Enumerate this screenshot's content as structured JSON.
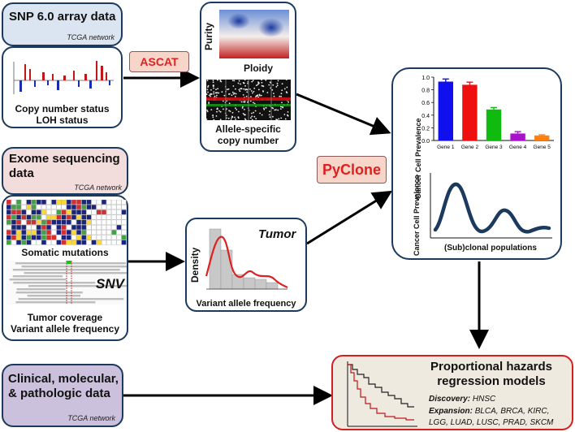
{
  "snp": {
    "title": "SNP 6.0 array data",
    "source": "TCGA network",
    "caption_line1": "Copy number status",
    "caption_line2": "LOH status"
  },
  "ascat": {
    "label": "ASCAT"
  },
  "purity_box": {
    "purity": "Purity",
    "ploidy": "Ploidy",
    "allele_line1": "Allele-specific",
    "allele_line2": "copy number"
  },
  "exome": {
    "title_line1": "Exome sequencing",
    "title_line2": "data",
    "source": "TCGA network",
    "somatic": "Somatic mutations",
    "snv": "SNV",
    "cov_line1": "Tumor coverage",
    "cov_line2": "Variant allele frequency"
  },
  "vaf": {
    "density": "Density",
    "tumor": "Tumor",
    "xlabel": "Variant allele frequency"
  },
  "pyclone": {
    "label": "PyClone"
  },
  "prevalence": {
    "ylabel": "Cancer Cell Prevalence",
    "ylabel2": "Cancer Cell Prevalence",
    "xlabel2": "(Sub)clonal populations"
  },
  "chart_data": {
    "type": "bar",
    "categories": [
      "Gene 1",
      "Gene 2",
      "Gene 3",
      "Gene 4",
      "Gene 5"
    ],
    "values": [
      0.93,
      0.88,
      0.49,
      0.11,
      0.08
    ],
    "errors": [
      0.04,
      0.04,
      0.03,
      0.03,
      0.01
    ],
    "colors": [
      "#1010ee",
      "#ee1010",
      "#10bb10",
      "#aa10cc",
      "#ff8010"
    ],
    "ylabel": "Cancer Cell Prevalence",
    "ylim": [
      0,
      1.0
    ],
    "yticks": [
      "0.0",
      "0.2",
      "0.4",
      "0.6",
      "0.8",
      "1.0"
    ]
  },
  "clinical": {
    "title_line1": "Clinical, molecular,",
    "title_line2": "& pathologic data",
    "source": "TCGA network"
  },
  "hazards": {
    "title_line1": "Proportional hazards",
    "title_line2": "regression models",
    "discovery_label": "Discovery:",
    "discovery_value": "HNSC",
    "expansion_label": "Expansion:",
    "expansion_line1": "BLCA, BRCA, KIRC,",
    "expansion_line2": "LGG, LUAD, LUSC, PRAD, SKCM"
  },
  "colors": {
    "snp_bg": "#dbe4f1",
    "exome_bg": "#f3dcdc",
    "clinical_bg": "#cbc1dc",
    "hazards_bg": "#efeae0",
    "hazards_border": "#d22020",
    "navy": "#1c3a5e",
    "tag_bg": "#f7d6c9"
  }
}
